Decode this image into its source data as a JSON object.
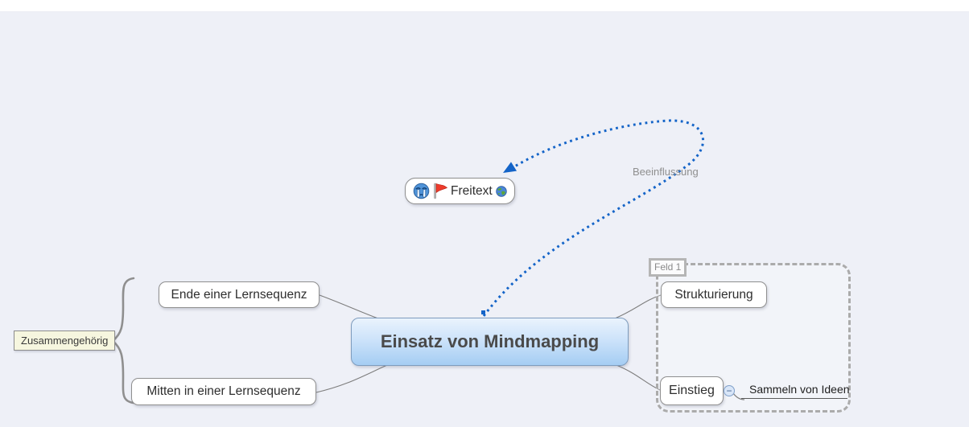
{
  "canvas": {
    "background_color": "#eef0f7",
    "top_strip_color": "#ffffff"
  },
  "map": {
    "central_topic": {
      "label": "Einsatz von Mindmapping",
      "fill_top": "#eaf3fd",
      "fill_bottom": "#a5cdf3",
      "border_color": "#7e9cbe"
    },
    "left_topics": [
      {
        "label": "Ende einer Lernsequenz"
      },
      {
        "label": "Mitten in einer Lernsequenz"
      }
    ],
    "right_topics": [
      {
        "label": "Strukturierung"
      },
      {
        "label": "Einstieg"
      }
    ],
    "floating_topic": {
      "label": "Freitext",
      "icons": [
        "crying-face-marker",
        "red-flag-marker",
        "globe-hyperlink"
      ]
    },
    "subtopic": {
      "label": "Sammeln von Ideen",
      "collapse_symbol": "−"
    },
    "boundary": {
      "label": "Feld 1",
      "border_color": "#ababab"
    },
    "brace_group": {
      "label": "Zusammengehörig",
      "label_fill": "#f6f6df",
      "brace_color": "#8f8f8f"
    },
    "relationship": {
      "label": "Beeinflussung",
      "line_color": "#1464c8",
      "style": "dotted"
    }
  }
}
